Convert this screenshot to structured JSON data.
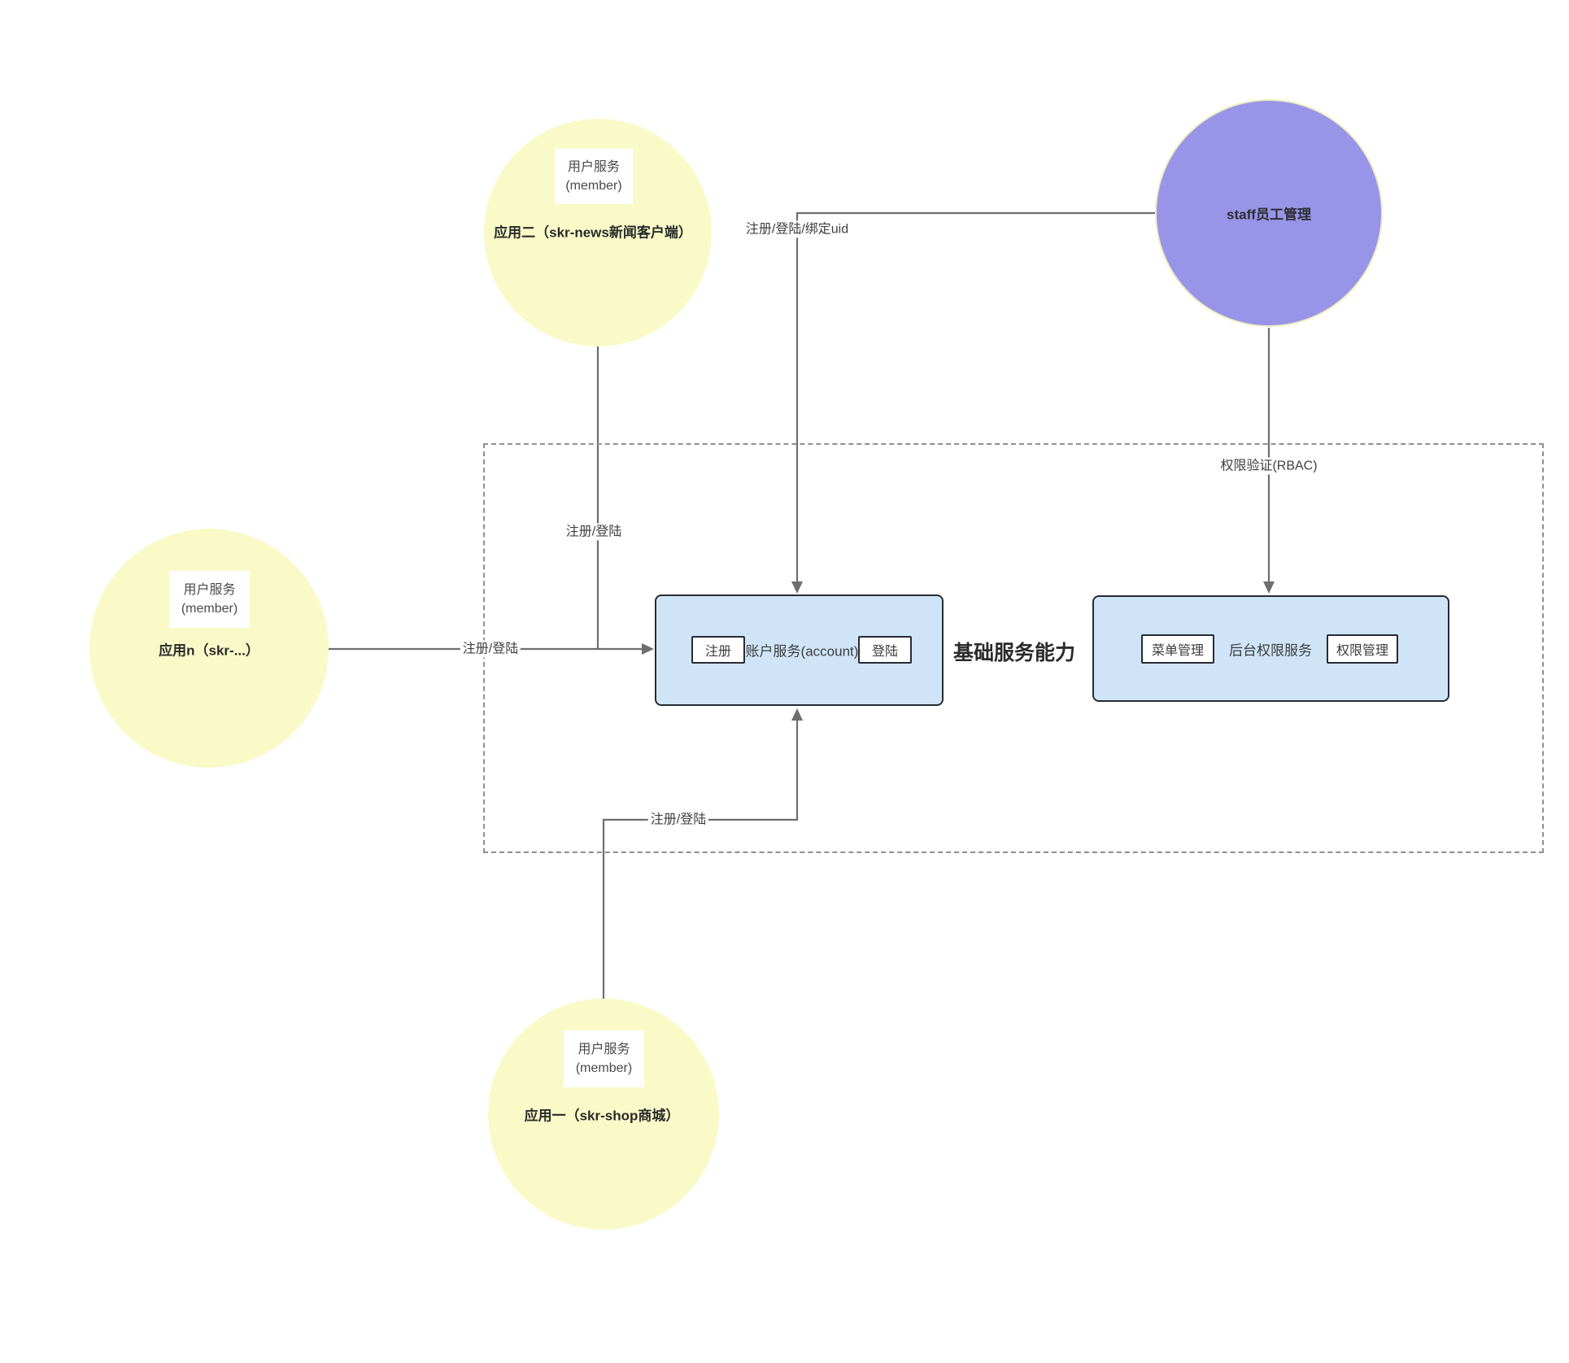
{
  "diagram": {
    "region_label": "基础服务能力",
    "member_box": {
      "line1": "用户服务",
      "line2": "(member)"
    },
    "apps": {
      "app2": {
        "label": "应用二（skr-news新闻客户端）"
      },
      "appn": {
        "label": "应用n（skr-...）"
      },
      "app1": {
        "label": "应用一（skr-shop商城）"
      }
    },
    "staff": {
      "label": "staff员工管理"
    },
    "account_service": {
      "title": "账户服务(account)",
      "register": "注册",
      "login": "登陆"
    },
    "permission_service": {
      "title": "后台权限服务",
      "menu": "菜单管理",
      "perm": "权限管理"
    },
    "edge_labels": {
      "appn_account": "注册/登陆",
      "app2_account": "注册/登陆",
      "app1_account": "注册/登陆",
      "staff_account": "注册/登陆/绑定uid",
      "staff_permission": "权限验证(RBAC)"
    },
    "colors": {
      "app_circle": "#fafac9",
      "staff_circle": "#9894e8",
      "service_box_fill": "#cfe5f7",
      "service_box_border": "#272b34",
      "line": "#6e6e6e",
      "dashed_border": "#909090"
    }
  }
}
